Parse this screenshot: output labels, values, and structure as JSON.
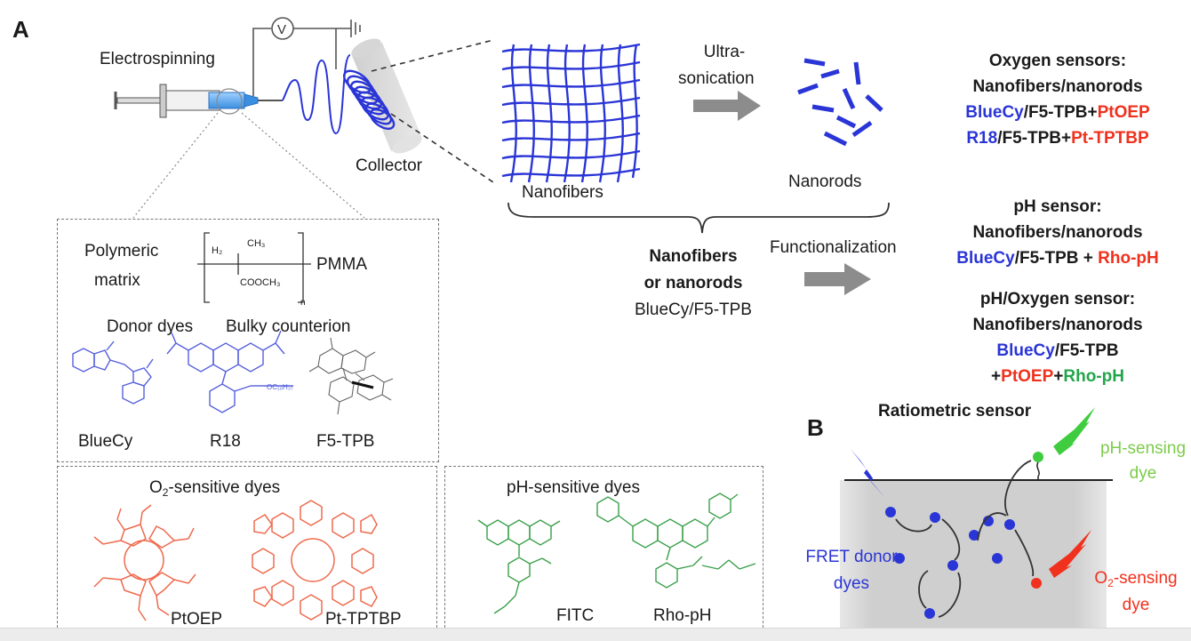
{
  "panel_a": {
    "letter": "A",
    "electrospinning": "Electrospinning",
    "voltage_symbol": "V",
    "collector": "Collector",
    "nanofibers": "Nanofibers",
    "nanorods": "Nanorods",
    "ultra": "Ultra-",
    "sonication": "sonication",
    "functionalization": "Functionalization",
    "nf_or": "Nanofibers",
    "nf_or2": "or nanorods",
    "nf_or3": "BlueCy/F5-TPB"
  },
  "oxygen_sensors": {
    "title": "Oxygen sensors:",
    "subtitle": "Nanofibers/nanorods",
    "l1_a": "BlueCy",
    "l1_b": "/F5-TPB+",
    "l1_c": "PtOEP",
    "l2_a": "R18",
    "l2_b": "/F5-TPB+",
    "l2_c": "Pt-TPTBP"
  },
  "ph_sensor": {
    "title": "pH sensor:",
    "subtitle": "Nanofibers/nanorods",
    "l1_a": "BlueCy",
    "l1_b": "/F5-TPB + ",
    "l1_c": "Rho-pH"
  },
  "ph_oxygen_sensor": {
    "title": "pH/Oxygen sensor:",
    "subtitle": "Nanofibers/nanorods",
    "l1_a": "BlueCy",
    "l1_b": "/F5-TPB",
    "l2_a": "+",
    "l2_b": "PtOEP",
    "l2_c": "+",
    "l2_d": "Rho-pH"
  },
  "matrix_box": {
    "polymeric": "Polymeric",
    "matrix": "matrix",
    "pmma": "PMMA",
    "h2": "H₂",
    "ch3": "CH₃",
    "cooch3": "COOCH₃",
    "n": "n",
    "donor_dyes": "Donor dyes",
    "bulky": "Bulky counterion",
    "bluecy": "BlueCy",
    "r18": "R18",
    "f5tpb": "F5-TPB"
  },
  "o2_box": {
    "title_pre": "O",
    "title_sub": "2",
    "title_post": "-sensitive dyes",
    "ptoep": "PtOEP",
    "pttptbp": "Pt-TPTBP"
  },
  "ph_box": {
    "title": "pH-sensitive dyes",
    "fitc": "FITC",
    "rhoph": "Rho-pH"
  },
  "panel_b": {
    "letter": "B",
    "ratiometric": "Ratiometric sensor",
    "ph_sensing": "pH-sensing",
    "dye1": "dye",
    "fret": "FRET donor",
    "dyes": "dyes",
    "o2_pre": "O",
    "o2_sub": "2",
    "o2_post": "-sensing",
    "dye2": "dye"
  },
  "colors": {
    "blue": "#2a35d6",
    "red": "#f0311d",
    "green": "#22a64a",
    "gray_arrow": "#8c8c8c"
  }
}
